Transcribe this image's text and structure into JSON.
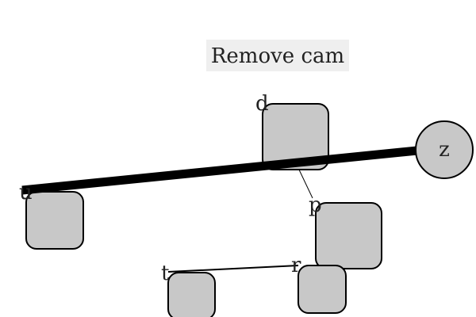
{
  "toolbar": {
    "remove_label": "Remove cam"
  },
  "nodes": {
    "d": {
      "label": "d",
      "shape": "rounded-square"
    },
    "u": {
      "label": "u",
      "shape": "rounded-square"
    },
    "p": {
      "label": "p",
      "shape": "rounded-square"
    },
    "r": {
      "label": "r",
      "shape": "rounded-square"
    },
    "t": {
      "label": "t",
      "shape": "rounded-square"
    },
    "z": {
      "label": "z",
      "shape": "circle"
    }
  },
  "edges": [
    {
      "from": "u",
      "to": "z",
      "style": "thick"
    },
    {
      "from": "d",
      "to": "p",
      "style": "thin"
    },
    {
      "from": "t",
      "to": "r",
      "style": "medium"
    }
  ],
  "colors": {
    "node_fill": "#c8c8c8",
    "node_border": "#000000",
    "button_bg": "#efefef",
    "text": "#222222"
  }
}
